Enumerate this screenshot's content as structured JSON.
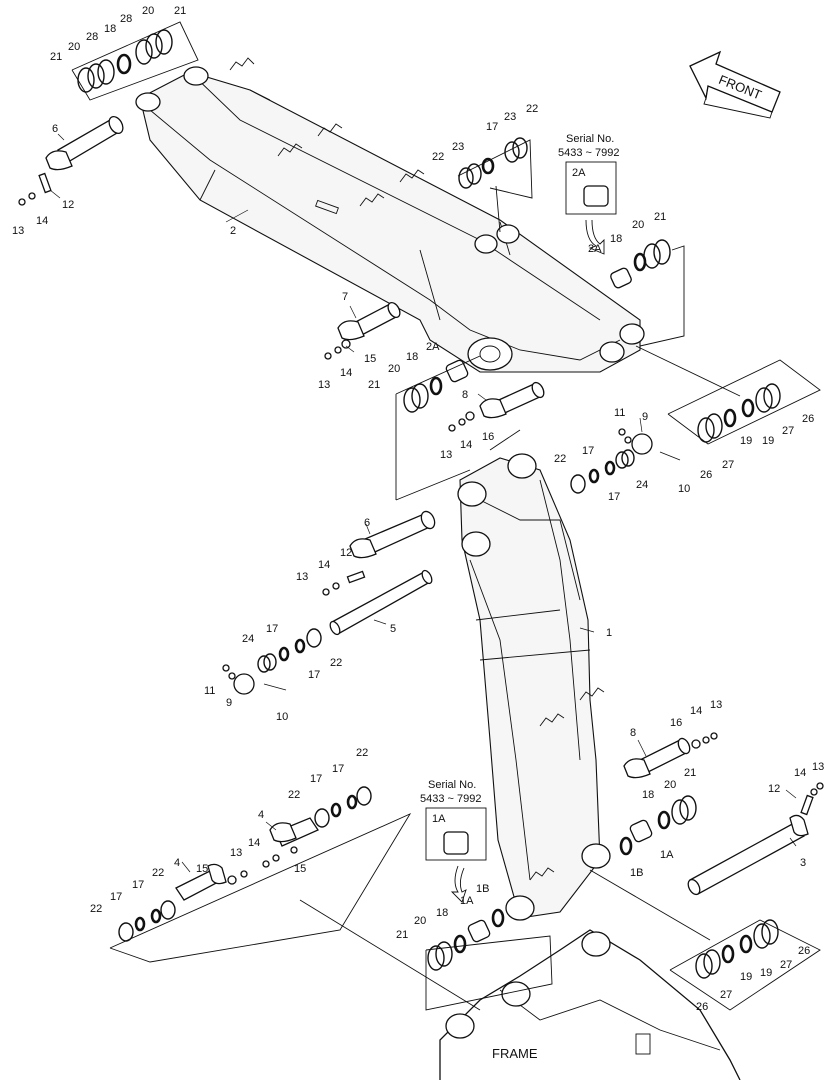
{
  "front_label": "FRONT",
  "frame_label": "FRAME",
  "serial_upper": {
    "title": "Serial No.",
    "range": "5433 ~ 7992",
    "part": "2A"
  },
  "serial_lower": {
    "title": "Serial No.",
    "range": "5433 ~ 7992",
    "part": "1A"
  },
  "callouts": {
    "c21a": "21",
    "c20a": "20",
    "c28a": "28",
    "c18a": "18",
    "c28b": "28",
    "c20b": "20",
    "c21b": "21",
    "c6a": "6",
    "c12a": "12",
    "c14a": "14",
    "c13a": "13",
    "c2": "2",
    "c22a": "22",
    "c23a": "23",
    "c17a": "17",
    "c23b": "23",
    "c22b": "22",
    "c2a1": "2A",
    "c18b": "18",
    "c20c": "20",
    "c21c": "21",
    "c7": "7",
    "c15a": "15",
    "c13b": "13",
    "c14b": "14",
    "c21d": "21",
    "c20d": "20",
    "c18c": "18",
    "c2a2": "2A",
    "c8a": "8",
    "c16a": "16",
    "c13c": "13",
    "c14c": "14",
    "c11a": "11",
    "c9a": "9",
    "c10a": "10",
    "c22c": "22",
    "c17b": "17",
    "c17c": "17",
    "c24a": "24",
    "c26a": "26",
    "c27a": "27",
    "c19a": "19",
    "c19b": "19",
    "c27b": "27",
    "c26b": "26",
    "c1": "1",
    "c6b": "6",
    "c12b": "12",
    "c14d": "14",
    "c13d": "13",
    "c5": "5",
    "c24b": "24",
    "c17d": "17",
    "c22d": "22",
    "c17e": "17",
    "c11b": "11",
    "c9b": "9",
    "c10b": "10",
    "c8b": "8",
    "c16b": "16",
    "c14e": "14",
    "c13e": "13",
    "c18d": "18",
    "c20e": "20",
    "c21e": "21",
    "c1a1": "1A",
    "c1b1": "1B",
    "c12c": "12",
    "c14f": "14",
    "c13f": "13",
    "c3": "3",
    "c22e": "22",
    "c17f": "17",
    "c17g": "17",
    "c22f": "22",
    "c4a": "4",
    "c14g": "14",
    "c13g": "13",
    "c15b": "15",
    "c15c": "15",
    "c4b": "4",
    "c22g": "22",
    "c17h": "17",
    "c17i": "17",
    "c22h": "22",
    "c1b2": "1B",
    "c1a2": "1A",
    "c18e": "18",
    "c20f": "20",
    "c21f": "21",
    "c26c": "26",
    "c27c": "27",
    "c19c": "19",
    "c19d": "19",
    "c27d": "27",
    "c26d": "26"
  }
}
